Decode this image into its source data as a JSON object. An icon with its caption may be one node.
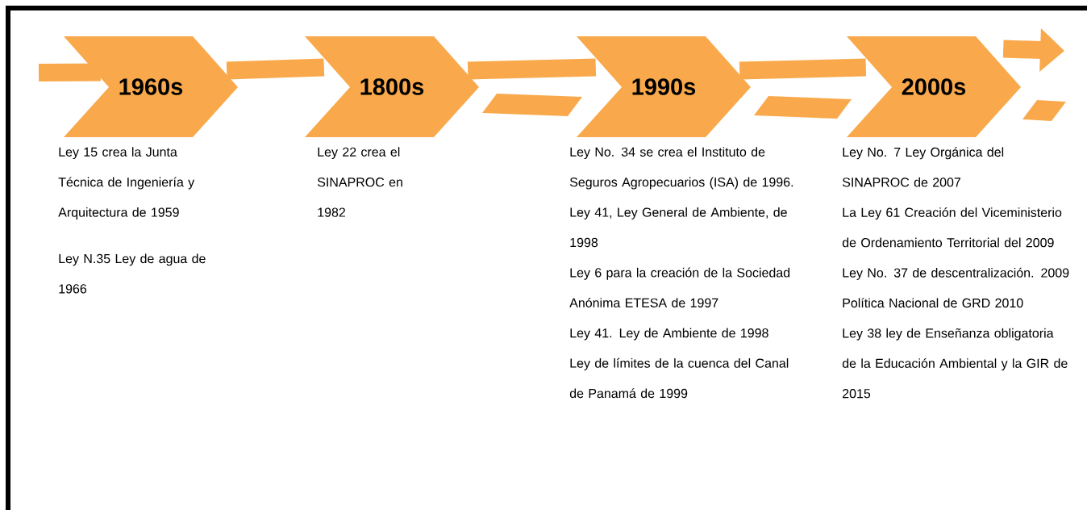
{
  "diagram": {
    "nodes": [
      {
        "text": [
          "1960s"
        ],
        "beside": [
          "Ley 15 crea la Junta Técnica de Ingeniería y Arquitectura de 1959",
          "Ley N.35 Ley de agua de 1966"
        ]
      },
      {
        "text": [
          "1800s"
        ],
        "beside": [
          "Ley 22 crea el SINAPROC en 1982"
        ]
      },
      {
        "text": [
          "1990s"
        ],
        "beside": [
          "Ley No. 34 se crea el Instituto de Seguros Agropecuarios (ISA) de 1996.",
          "Ley 41, Ley General de Ambiente, de 1998",
          "Ley 6 para la creación de la Sociedad Anónima ETESA de 1997",
          "Ley 41. Ley de Ambiente de 1998",
          "Ley de límites de la cuenca del Canal de Panamá de 1999"
        ]
      },
      {
        "text": [
          "2000s"
        ],
        "beside": [
          "Ley No. 7 Ley Orgánica del SINAPROC de 2007",
          "La Ley 61 Creación del Viceministerio de Ordenamiento Territorial del 2009",
          "Ley No. 37 de descentralización. 2009",
          "Política Nacional de GRD 2010",
          "Ley 38 ley de Enseñanza obligatoria de la Educación Ambiental y la GIR de 2015"
        ]
      }
    ],
    "edges": [
      {
        "from": null,
        "to": 0,
        "arrow": "none"
      },
      {
        "from": 0,
        "to": 1,
        "arrow": "none"
      },
      {
        "from": 1,
        "to": 2,
        "arrow": "none"
      },
      {
        "from": 2,
        "to": 3,
        "arrow": "none"
      },
      {
        "from": 3,
        "to": null,
        "arrow": "to"
      }
    ]
  }
}
